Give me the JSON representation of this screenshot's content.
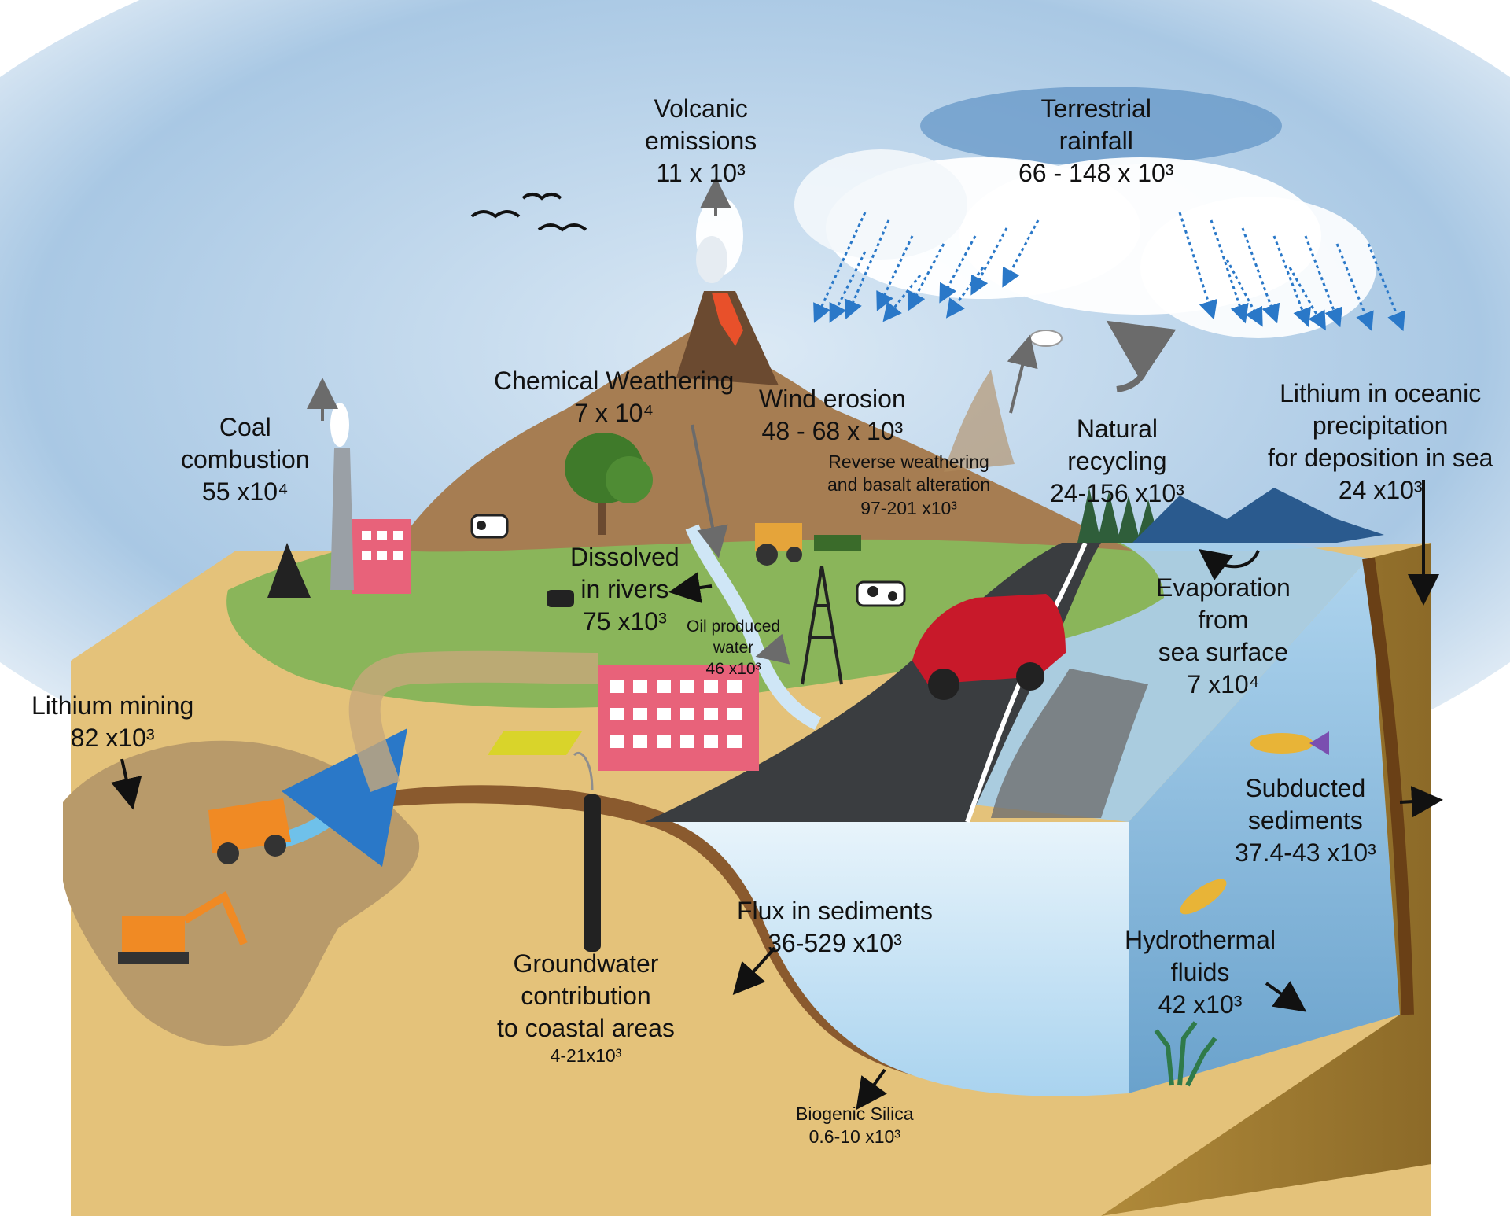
{
  "colors": {
    "sky": "#8fb9dc",
    "sand": "#e4c27a",
    "grass": "#8ab55a",
    "mountain": "#a67d52",
    "sea": "#cfe6f6",
    "sea_deep": "#7fb3d9",
    "rain": "#2a78c8",
    "road": "#3a3d40",
    "soil_band": "#8a5a2e"
  },
  "labels": {
    "volcanic": {
      "line1": "Volcanic",
      "line2": "emissions",
      "value": "11 x 10³"
    },
    "rainfall": {
      "line1": "Terrestrial",
      "line2": "rainfall",
      "value": "66 - 148  x 10³"
    },
    "chemical_weathering": {
      "line1": "Chemical Weathering",
      "value": "7 x 10⁴"
    },
    "wind_erosion": {
      "line1": "Wind erosion",
      "value": "48 - 68 x 10³"
    },
    "coal": {
      "line1": "Coal",
      "line2": "combustion",
      "value": "55 x10⁴"
    },
    "reverse_weathering": {
      "line1": "Reverse weathering",
      "line2": "and basalt alteration",
      "value": "97-201 x10³"
    },
    "natural_recycling": {
      "line1": "Natural",
      "line2": "recycling",
      "value": "24-156 x10³"
    },
    "oceanic_precipitation": {
      "line1": "Lithium in oceanic",
      "line2": "precipitation",
      "line3": "for deposition in sea",
      "value": "24 x10³"
    },
    "dissolved_rivers": {
      "line1": "Dissolved",
      "line2": "in rivers",
      "value": "75 x10³"
    },
    "oil_water": {
      "line1": "Oil produced",
      "line2": "water",
      "value": "46 x10³"
    },
    "evaporation": {
      "line1": "Evaporation",
      "line2": "from",
      "line3": "sea surface",
      "value": "7 x10⁴"
    },
    "lithium_mining": {
      "line1": "Lithium mining",
      "value": "82 x10³"
    },
    "subducted": {
      "line1": "Subducted",
      "line2": "sediments",
      "value": "37.4-43 x10³"
    },
    "flux_sediments": {
      "line1": "Flux in sediments",
      "value": "36-529 x10³"
    },
    "groundwater": {
      "line1": "Groundwater",
      "line2": "contribution",
      "line3": "to coastal areas",
      "value": "4-21x10³"
    },
    "hydrothermal": {
      "line1": "Hydrothermal",
      "line2": "fluids",
      "value": "42 x10³"
    },
    "biogenic_silica": {
      "line1": "Biogenic Silica",
      "value": "0.6-10 x10³"
    }
  },
  "icons": [
    "volcano-icon",
    "cloud-icon",
    "rain-icon",
    "bird-icon",
    "seagull-icon",
    "chimney-icon",
    "factory-icon",
    "tree-icon",
    "cow-icon",
    "goat-icon",
    "tractor-icon",
    "oil-derrick-icon",
    "car-icon",
    "mine-icon",
    "truck-icon",
    "excavator-icon",
    "fish-icon",
    "seaweed-icon",
    "recycle-arrow-icon",
    "well-pipe-icon"
  ]
}
